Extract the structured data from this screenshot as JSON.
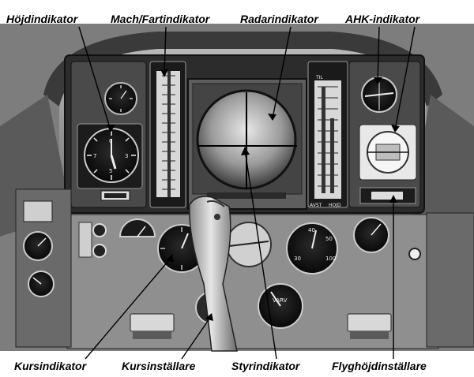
{
  "labels": {
    "top": [
      "Höjdindikator",
      "Mach/Fartindikator",
      "Radarindikator",
      "AHK-indikator"
    ],
    "bottom": [
      "Kursindikator",
      "Kursinställare",
      "Styrindikator",
      "Flyghöjdinställare"
    ]
  },
  "instrument_markings": {
    "tape_right_top": "TIL",
    "tape_right_bottom_left": "AVST",
    "tape_right_bottom_right": "HOJD",
    "vario": "VARV"
  }
}
